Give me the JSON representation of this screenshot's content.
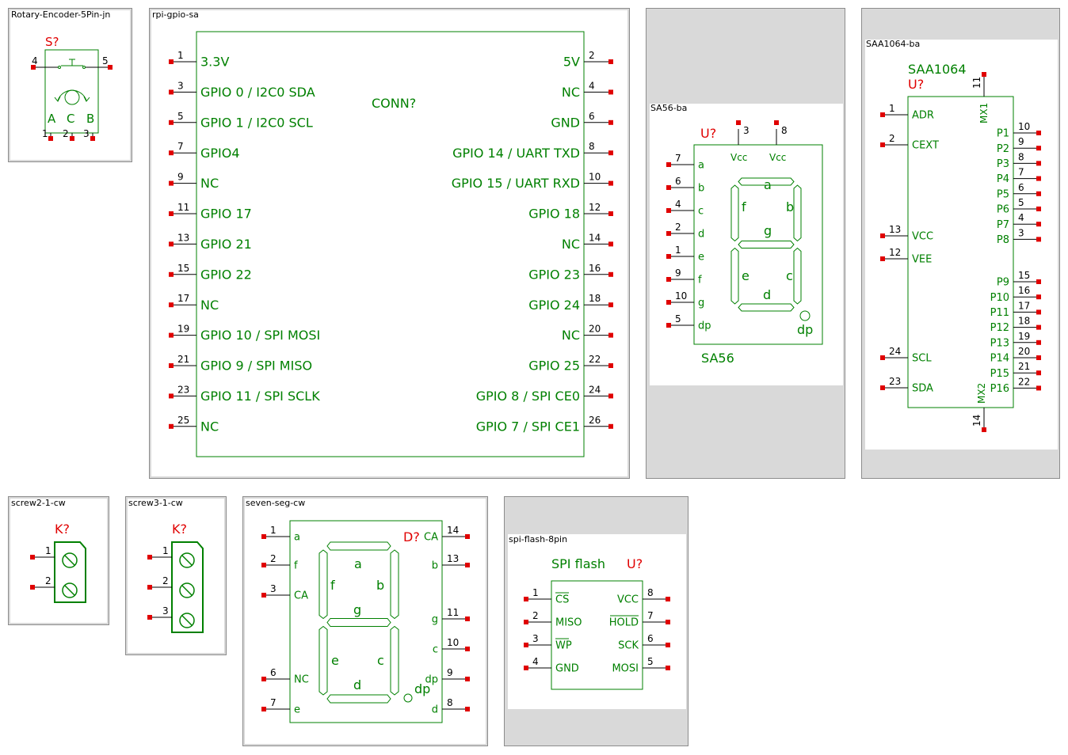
{
  "colors": {
    "symbol": "#008000",
    "ref": "#e00000",
    "pin_marker": "#e00000",
    "pin_number": "#000000",
    "panel_bg": "#d9d9d9"
  },
  "rotary": {
    "title": "Rotary-Encoder-5Pin-jn",
    "ref": "S?",
    "pin_left": "4",
    "pin_right": "5",
    "pins_bottom": [
      "1",
      "2",
      "3"
    ],
    "labels": [
      "A",
      "C",
      "B"
    ]
  },
  "rpi": {
    "title": "rpi-gpio-sa",
    "value": "CONN?",
    "left_pins": [
      {
        "num": "1",
        "label": "3.3V"
      },
      {
        "num": "3",
        "label": "GPIO 0 / I2C0 SDA"
      },
      {
        "num": "5",
        "label": "GPIO 1 / I2C0 SCL"
      },
      {
        "num": "7",
        "label": "GPIO4"
      },
      {
        "num": "9",
        "label": "NC"
      },
      {
        "num": "11",
        "label": "GPIO 17"
      },
      {
        "num": "13",
        "label": "GPIO 21"
      },
      {
        "num": "15",
        "label": "GPIO 22"
      },
      {
        "num": "17",
        "label": "NC"
      },
      {
        "num": "19",
        "label": "GPIO 10 / SPI MOSI"
      },
      {
        "num": "21",
        "label": "GPIO 9 / SPI MISO"
      },
      {
        "num": "23",
        "label": "GPIO 11 / SPI SCLK"
      },
      {
        "num": "25",
        "label": "NC"
      }
    ],
    "right_pins": [
      {
        "num": "2",
        "label": "5V"
      },
      {
        "num": "4",
        "label": "NC"
      },
      {
        "num": "6",
        "label": "GND"
      },
      {
        "num": "8",
        "label": "GPIO 14 / UART TXD"
      },
      {
        "num": "10",
        "label": "GPIO 15 / UART RXD"
      },
      {
        "num": "12",
        "label": "GPIO 18"
      },
      {
        "num": "14",
        "label": "NC"
      },
      {
        "num": "16",
        "label": "GPIO 23"
      },
      {
        "num": "18",
        "label": "GPIO 24"
      },
      {
        "num": "20",
        "label": "NC"
      },
      {
        "num": "22",
        "label": "GPIO 25"
      },
      {
        "num": "24",
        "label": "GPIO 8 / SPI CE0"
      },
      {
        "num": "26",
        "label": "GPIO 7 / SPI CE1"
      }
    ]
  },
  "sa56": {
    "title": "SA56-ba",
    "ref": "U?",
    "value": "SA56",
    "top_pins": [
      {
        "num": "3",
        "label": "Vcc"
      },
      {
        "num": "8",
        "label": "Vcc"
      }
    ],
    "left_pins": [
      {
        "num": "7",
        "label": "a"
      },
      {
        "num": "6",
        "label": "b"
      },
      {
        "num": "4",
        "label": "c"
      },
      {
        "num": "2",
        "label": "d"
      },
      {
        "num": "1",
        "label": "e"
      },
      {
        "num": "9",
        "label": "f"
      },
      {
        "num": "10",
        "label": "g"
      },
      {
        "num": "5",
        "label": "dp"
      }
    ],
    "segments": {
      "a": "a",
      "b": "b",
      "c": "c",
      "d": "d",
      "e": "e",
      "f": "f",
      "g": "g",
      "dp": "dp"
    }
  },
  "saa1064": {
    "title": "SAA1064-ba",
    "value": "SAA1064",
    "ref": "U?",
    "top_pin": {
      "num": "11",
      "label": "MX1"
    },
    "bottom_pin": {
      "num": "14",
      "label": "MX2"
    },
    "left_pins": [
      {
        "num": "1",
        "label": "ADR"
      },
      {
        "num": "2",
        "label": "CEXT"
      },
      {
        "num": "13",
        "label": "VCC"
      },
      {
        "num": "12",
        "label": "VEE"
      },
      {
        "num": "24",
        "label": "SCL"
      },
      {
        "num": "23",
        "label": "SDA"
      }
    ],
    "right_pins": [
      {
        "num": "10",
        "label": "P1"
      },
      {
        "num": "9",
        "label": "P2"
      },
      {
        "num": "8",
        "label": "P3"
      },
      {
        "num": "7",
        "label": "P4"
      },
      {
        "num": "6",
        "label": "P5"
      },
      {
        "num": "5",
        "label": "P6"
      },
      {
        "num": "4",
        "label": "P7"
      },
      {
        "num": "3",
        "label": "P8"
      },
      {
        "num": "15",
        "label": "P9"
      },
      {
        "num": "16",
        "label": "P10"
      },
      {
        "num": "17",
        "label": "P11"
      },
      {
        "num": "18",
        "label": "P12"
      },
      {
        "num": "19",
        "label": "P13"
      },
      {
        "num": "20",
        "label": "P14"
      },
      {
        "num": "21",
        "label": "P15"
      },
      {
        "num": "22",
        "label": "P16"
      }
    ]
  },
  "screw2": {
    "title": "screw2-1-cw",
    "ref": "K?",
    "pins": [
      "1",
      "2"
    ]
  },
  "screw3": {
    "title": "screw3-1-cw",
    "ref": "K?",
    "pins": [
      "1",
      "2",
      "3"
    ]
  },
  "sevenseg": {
    "title": "seven-seg-cw",
    "ref": "D?",
    "left_pins": [
      {
        "num": "1",
        "label": "a"
      },
      {
        "num": "2",
        "label": "f"
      },
      {
        "num": "3",
        "label": "CA"
      },
      {
        "num": "6",
        "label": "NC"
      },
      {
        "num": "7",
        "label": "e"
      }
    ],
    "right_pins": [
      {
        "num": "14",
        "label": "CA"
      },
      {
        "num": "13",
        "label": "b"
      },
      {
        "num": "11",
        "label": "g"
      },
      {
        "num": "10",
        "label": "c"
      },
      {
        "num": "9",
        "label": "dp"
      },
      {
        "num": "8",
        "label": "d"
      }
    ],
    "segments": {
      "a": "a",
      "b": "b",
      "c": "c",
      "d": "d",
      "e": "e",
      "f": "f",
      "g": "g",
      "dp": "dp"
    }
  },
  "spiflash": {
    "title": "spi-flash-8pin",
    "value": "SPI flash",
    "ref": "U?",
    "left_pins": [
      {
        "num": "1",
        "label": "CS",
        "overbar": true
      },
      {
        "num": "2",
        "label": "MISO",
        "overbar": false
      },
      {
        "num": "3",
        "label": "WP",
        "overbar": true
      },
      {
        "num": "4",
        "label": "GND",
        "overbar": false
      }
    ],
    "right_pins": [
      {
        "num": "8",
        "label": "VCC",
        "overbar": false
      },
      {
        "num": "7",
        "label": "HOLD",
        "overbar": true
      },
      {
        "num": "6",
        "label": "SCK",
        "overbar": false
      },
      {
        "num": "5",
        "label": "MOSI",
        "overbar": false
      }
    ]
  }
}
